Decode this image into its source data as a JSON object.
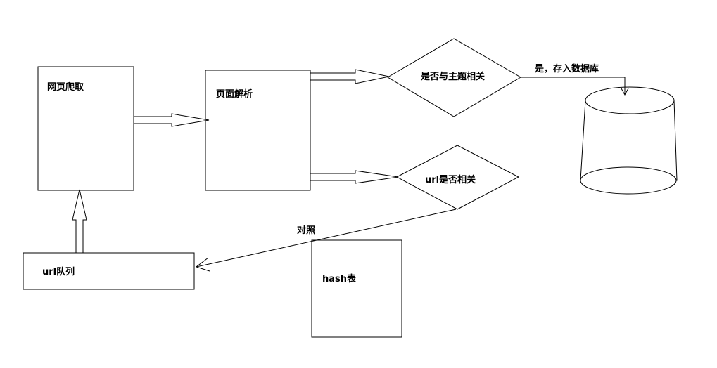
{
  "nodes": {
    "crawl": "网页爬取",
    "parse": "页面解析",
    "topic_check": "是否与主题相关",
    "url_check": "url是否相关",
    "database": "",
    "url_queue": "url队列",
    "hash_table": "hash表"
  },
  "edge_labels": {
    "store": "是，存入数据库",
    "compare": "对照"
  }
}
